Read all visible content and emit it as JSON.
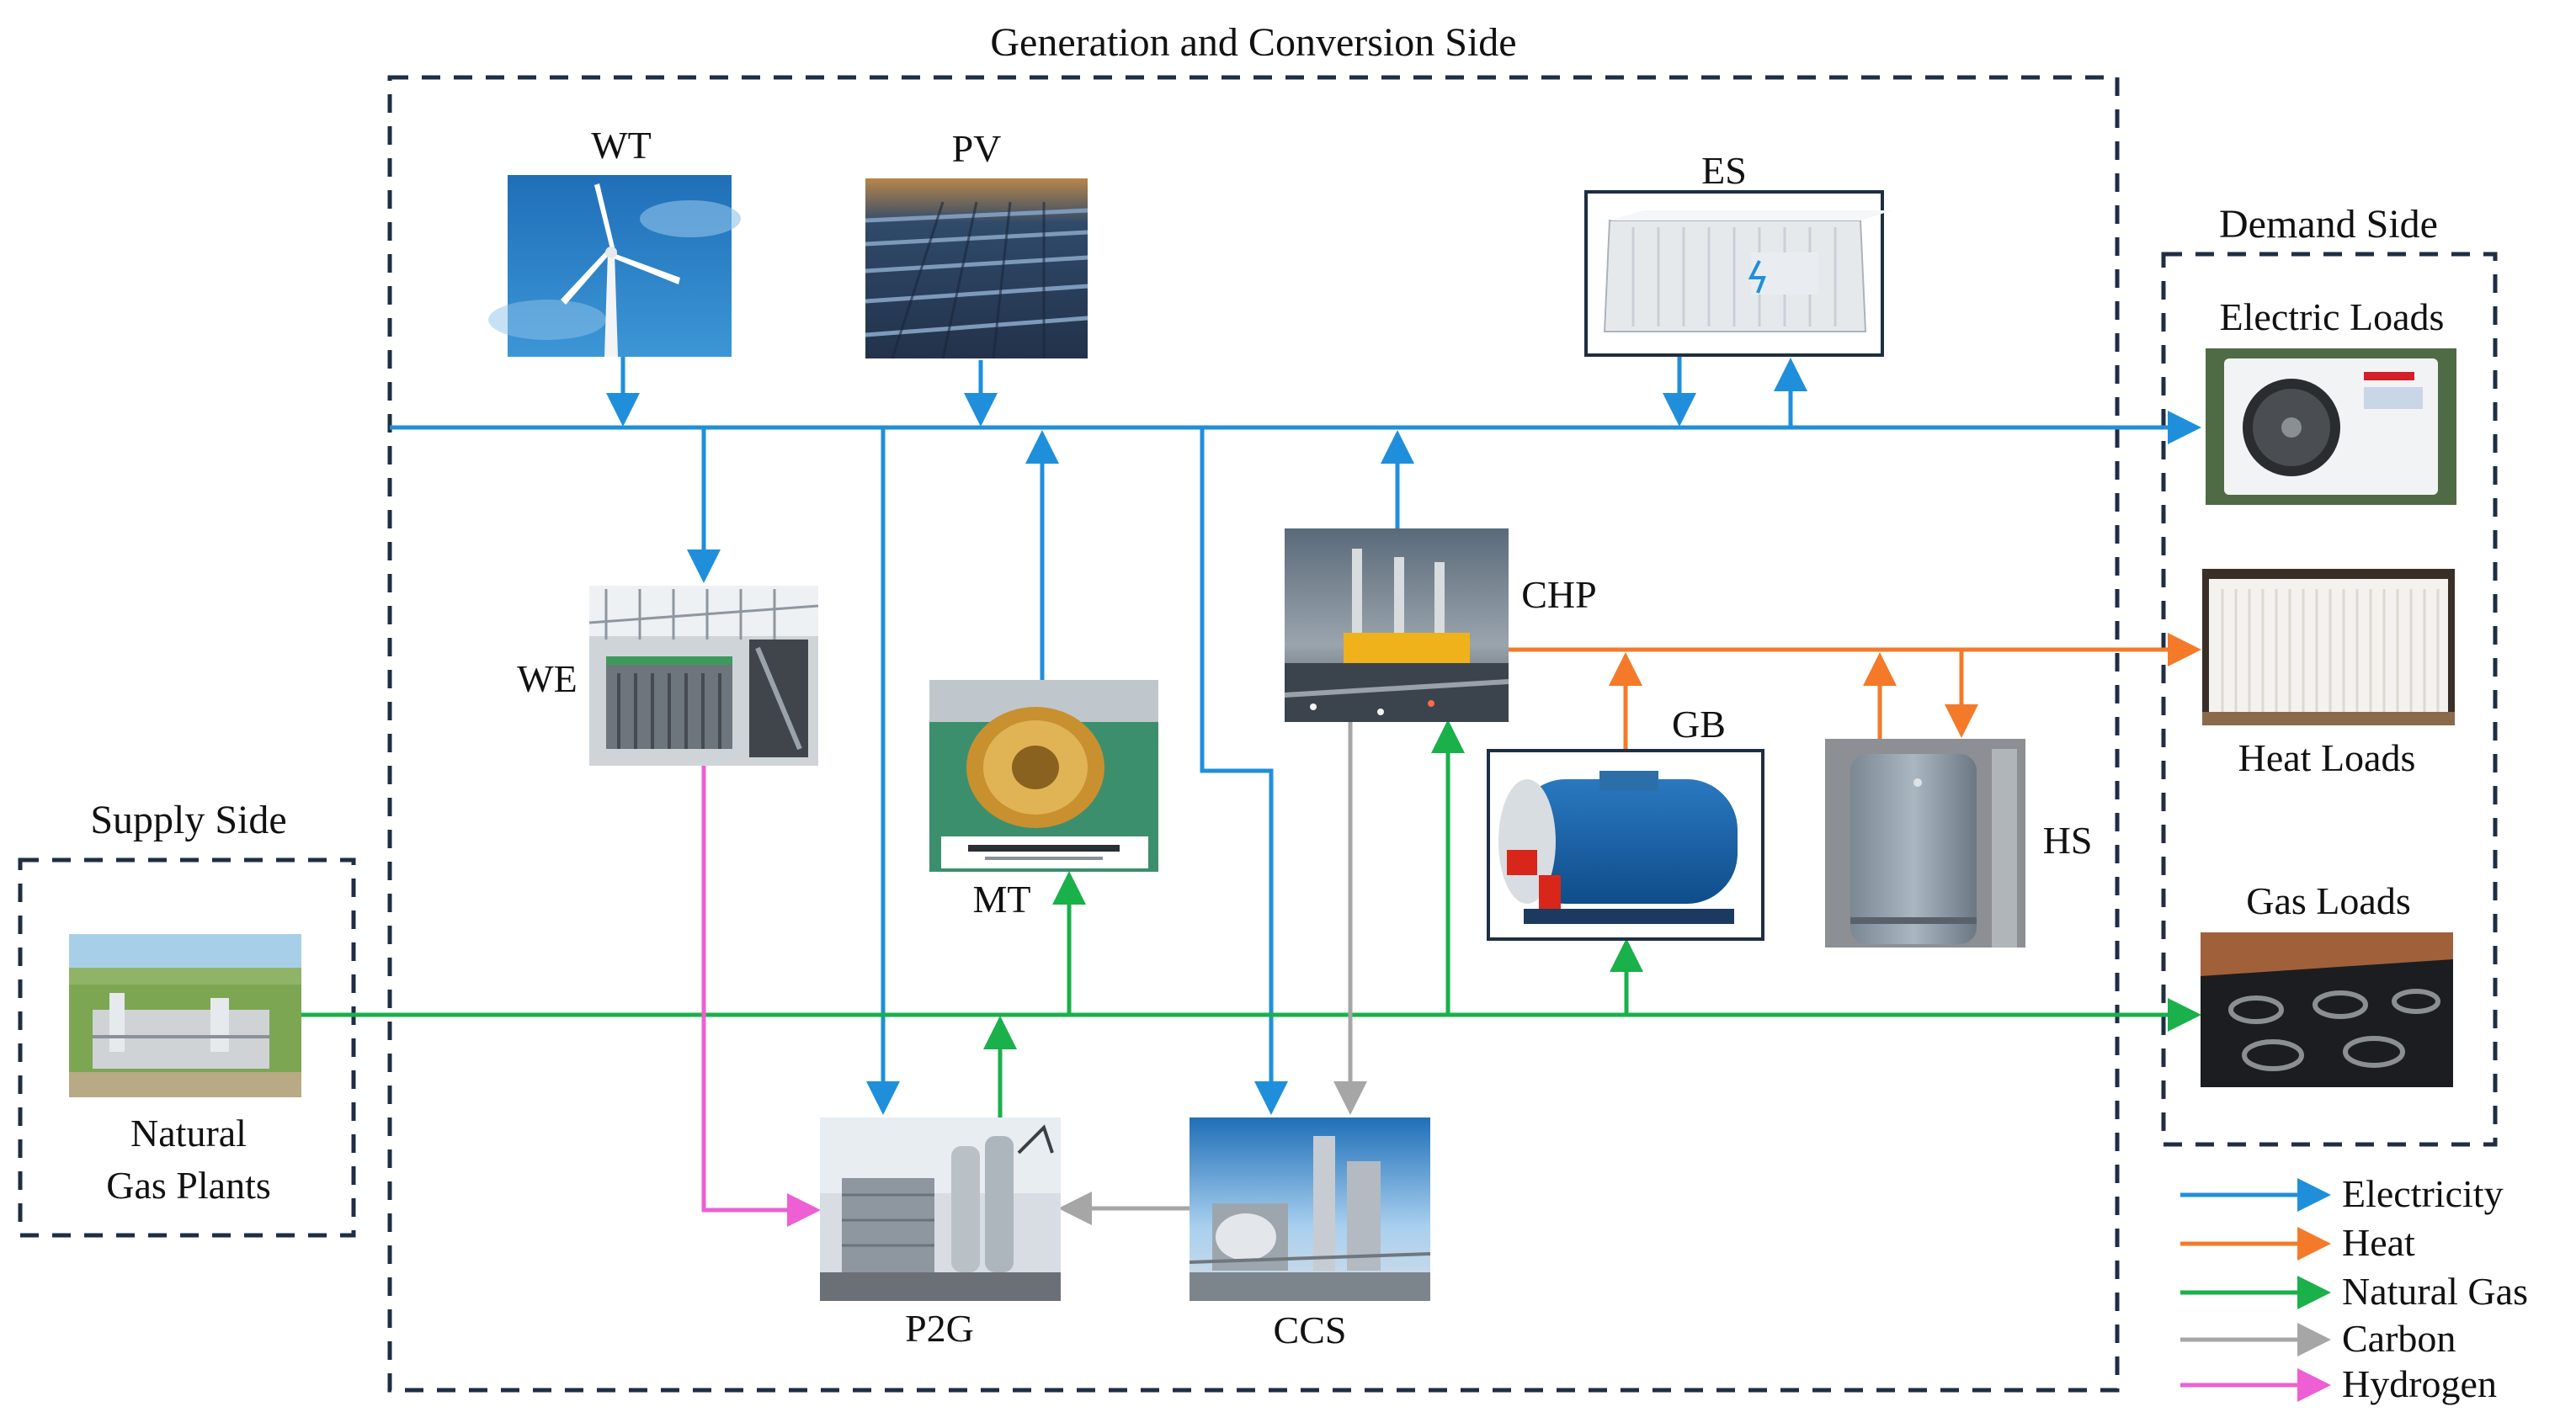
{
  "sections": {
    "generation": "Generation and Conversion Side",
    "demand": "Demand Side",
    "supply": "Supply Side"
  },
  "components": {
    "wt": "WT",
    "pv": "PV",
    "es": "ES",
    "we": "WE",
    "mt": "MT",
    "chp": "CHP",
    "gb": "GB",
    "hs": "HS",
    "p2g": "P2G",
    "ccs": "CCS",
    "plant_line1": "Natural",
    "plant_line2": "Gas Plants"
  },
  "loads": {
    "electric": "Electric Loads",
    "heat": "Heat Loads",
    "gas": "Gas Loads"
  },
  "legend": {
    "electricity": "Electricity",
    "heat": "Heat",
    "natural_gas": "Natural Gas",
    "carbon": "Carbon",
    "hydrogen": "Hydrogen"
  },
  "colors": {
    "electricity": "#1f8fdc",
    "heat": "#f47a2a",
    "natural_gas": "#1ab04a",
    "carbon": "#a6a6a6",
    "hydrogen": "#ee5fd3",
    "dashed_box": "#1e2e44"
  }
}
